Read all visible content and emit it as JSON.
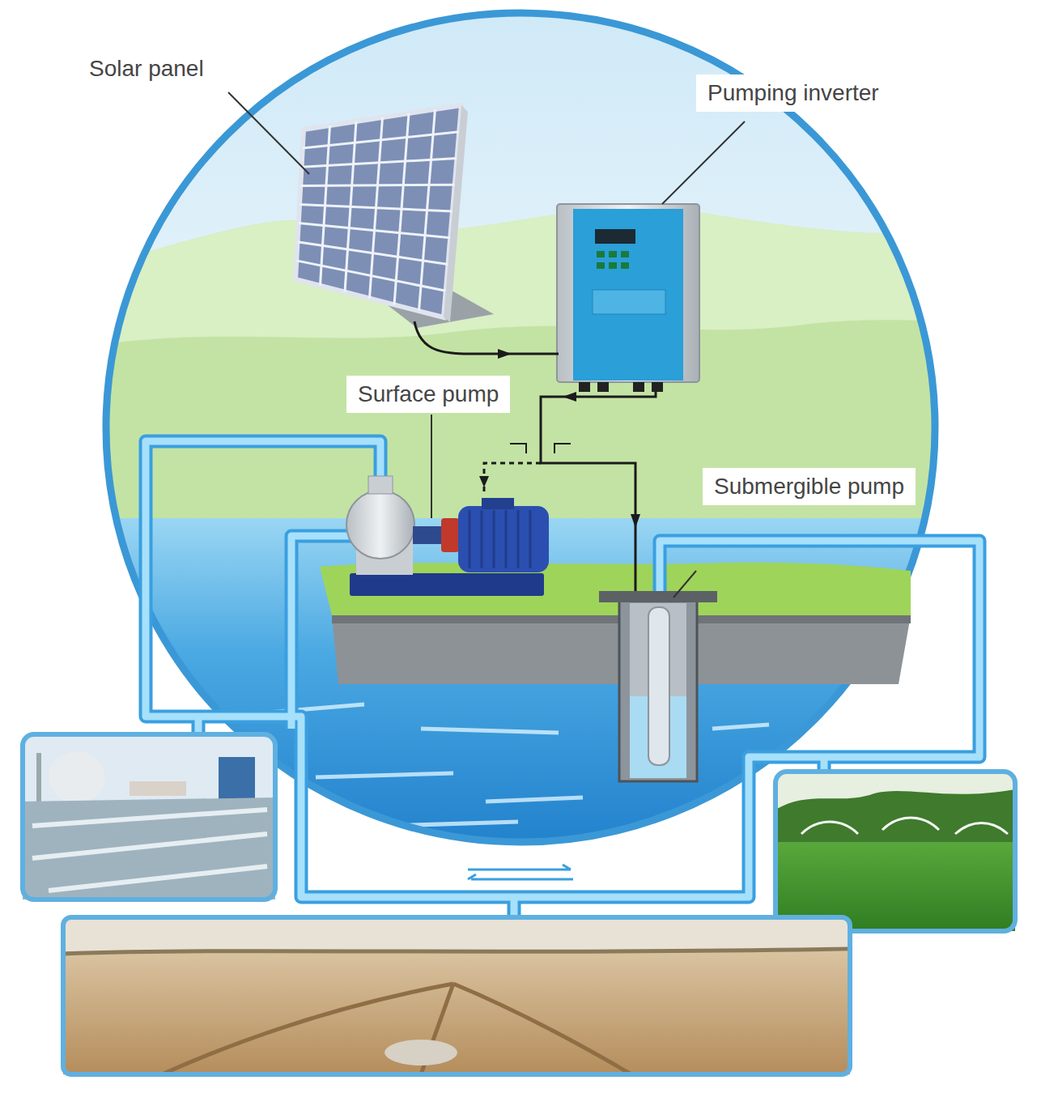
{
  "diagram": {
    "labels": [
      "Solar panel",
      "Pumping inverter",
      "Surface pump",
      "Submergible pump"
    ]
  }
}
